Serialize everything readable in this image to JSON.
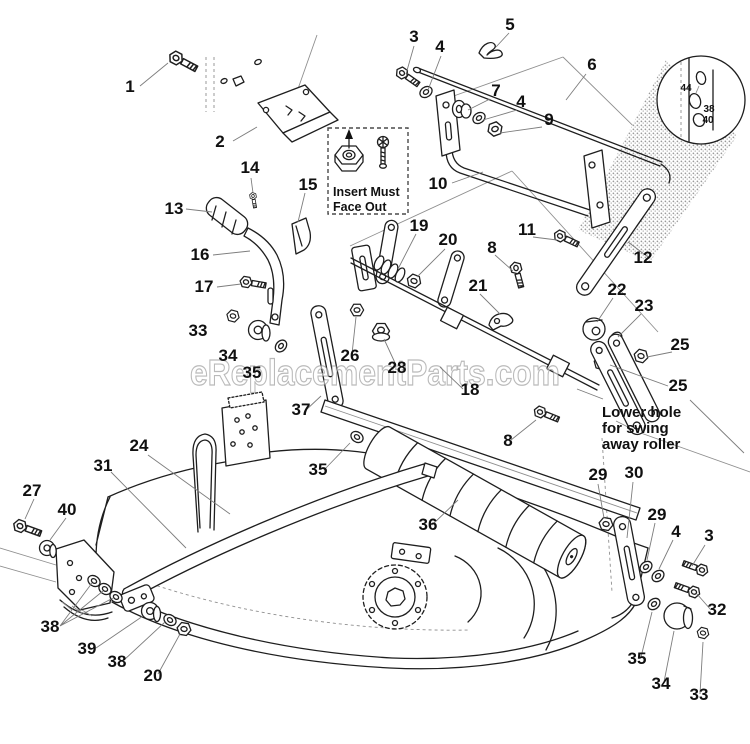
{
  "diagram": {
    "watermark": "eReplacementParts.com",
    "insert_note": {
      "line1": "Insert Must",
      "line2": "Face Out"
    },
    "swing_note": {
      "line1": "Lower hole",
      "line2": "for swing",
      "line3": "away roller"
    },
    "inset_labels": {
      "hole_top": "44",
      "hole_mid": "38",
      "hole_bottom": "40"
    },
    "callouts": [
      {
        "label": "1"
      },
      {
        "label": "2"
      },
      {
        "label": "3"
      },
      {
        "label": "4"
      },
      {
        "label": "5"
      },
      {
        "label": "6"
      },
      {
        "label": "7"
      },
      {
        "label": "4"
      },
      {
        "label": "9"
      },
      {
        "label": "10"
      },
      {
        "label": "11"
      },
      {
        "label": "12"
      },
      {
        "label": "13"
      },
      {
        "label": "14"
      },
      {
        "label": "15"
      },
      {
        "label": "16"
      },
      {
        "label": "17"
      },
      {
        "label": "19"
      },
      {
        "label": "20"
      },
      {
        "label": "8"
      },
      {
        "label": "21"
      },
      {
        "label": "22"
      },
      {
        "label": "23"
      },
      {
        "label": "25"
      },
      {
        "label": "25"
      },
      {
        "label": "33"
      },
      {
        "label": "34"
      },
      {
        "label": "35"
      },
      {
        "label": "26"
      },
      {
        "label": "28"
      },
      {
        "label": "18"
      },
      {
        "label": "37"
      },
      {
        "label": "8"
      },
      {
        "label": "24"
      },
      {
        "label": "31"
      },
      {
        "label": "27"
      },
      {
        "label": "40"
      },
      {
        "label": "35"
      },
      {
        "label": "36"
      },
      {
        "label": "29"
      },
      {
        "label": "30"
      },
      {
        "label": "29"
      },
      {
        "label": "4"
      },
      {
        "label": "3"
      },
      {
        "label": "32"
      },
      {
        "label": "38"
      },
      {
        "label": "39"
      },
      {
        "label": "38"
      },
      {
        "label": "20"
      },
      {
        "label": "35"
      },
      {
        "label": "34"
      },
      {
        "label": "33"
      }
    ]
  }
}
